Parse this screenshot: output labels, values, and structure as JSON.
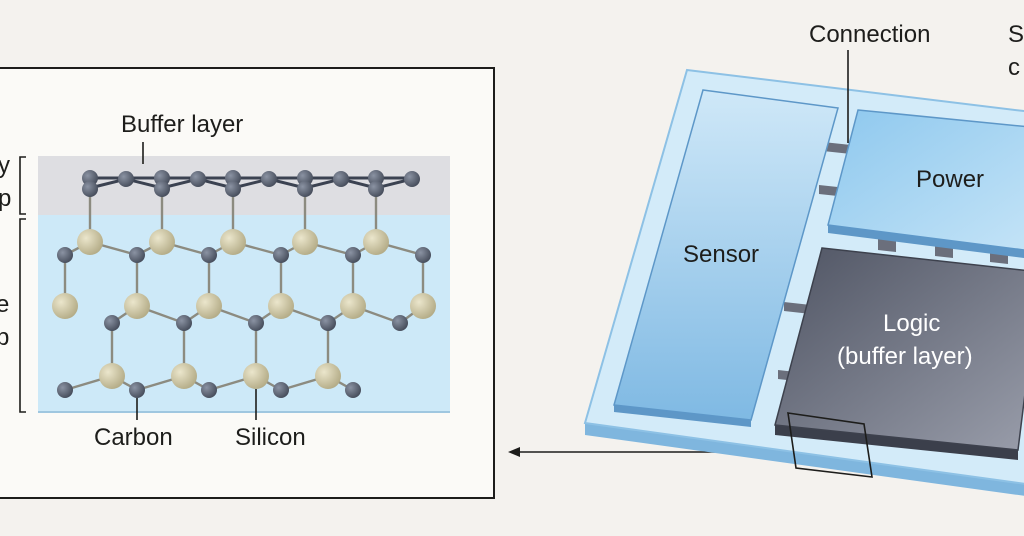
{
  "inset": {
    "buffer_layer_label": "Buffer layer",
    "left_label_top_fragment_1": "y",
    "left_label_top_fragment_2": "p",
    "left_label_bottom_fragment_1": "e",
    "left_label_bottom_fragment_2": "p",
    "carbon_label": "Carbon",
    "silicon_label": "Silicon"
  },
  "chip": {
    "connection_label": "Connection",
    "top_right_fragment_1": "S",
    "top_right_fragment_2": "c",
    "sensor_label": "Sensor",
    "power_label": "Power",
    "logic_label_line1": "Logic",
    "logic_label_line2": "(buffer layer)"
  },
  "colors": {
    "background": "#f4f2ee",
    "buffer_band": "#dfdfe2",
    "substrate_band": "#cce8f7",
    "carbon_atom": "#5d6576",
    "silicon_atom": "#c9c2a0",
    "bond": "#8a8a80",
    "buffer_bond": "#3c4352",
    "sensor_block": "#8fc6ea",
    "power_block": "#a9d6f2",
    "logic_block": "#6f7381",
    "chip_base": "#d4ecfa"
  }
}
